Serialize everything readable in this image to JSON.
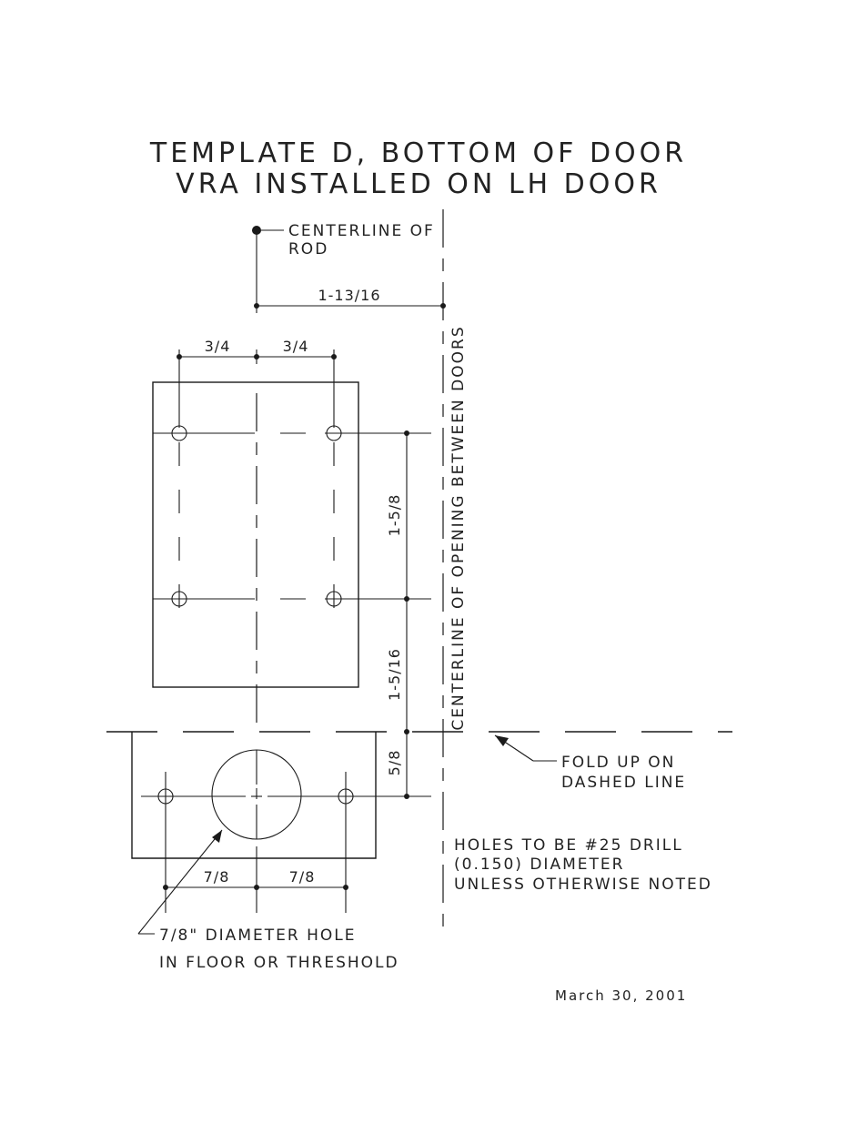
{
  "title": {
    "line1": "TEMPLATE D, BOTTOM OF DOOR",
    "line2": "VRA INSTALLED ON LH DOOR"
  },
  "labels": {
    "rod_line1": "CENTERLINE OF",
    "rod_line2": "ROD",
    "opening": "CENTERLINE OF OPENING BETWEEN DOORS",
    "fold_line1": "FOLD UP ON",
    "fold_line2": "DASHED LINE",
    "holes_line1": "HOLES TO BE #25 DRILL",
    "holes_line2": "(0.150) DIAMETER",
    "holes_line3": "UNLESS OTHERWISE NOTED",
    "floor_line1": "7/8\" DIAMETER HOLE",
    "floor_line2": "IN FLOOR OR THRESHOLD",
    "date": "March 30, 2001"
  },
  "dimensions": {
    "rod_offset": "1-13/16",
    "top_left": "3/4",
    "top_right": "3/4",
    "vertical_holes": "1-5/8",
    "to_fold": "1-5/16",
    "fold_to_lower": "5/8",
    "bottom_left": "7/8",
    "bottom_right": "7/8"
  }
}
